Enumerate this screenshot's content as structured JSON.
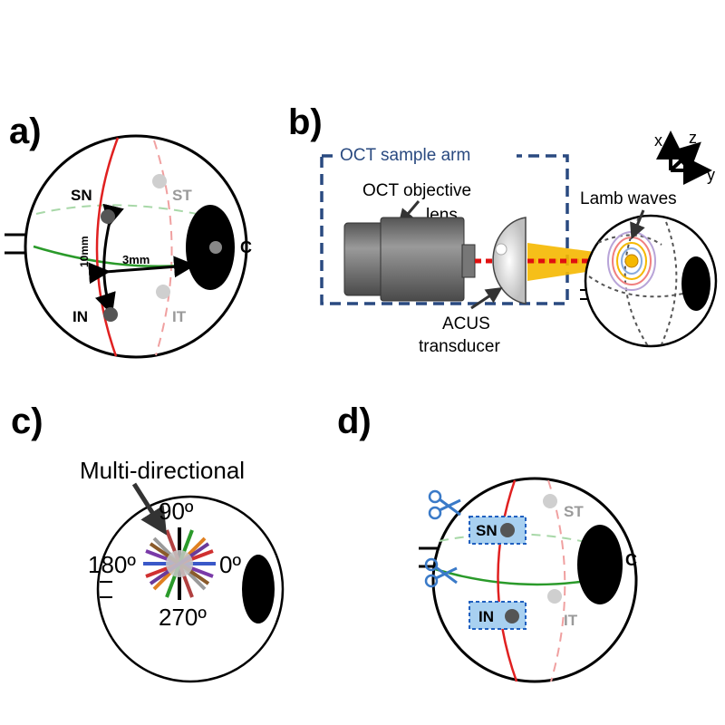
{
  "panels": {
    "a": {
      "label": "a)",
      "points": {
        "sn": "SN",
        "st": "ST",
        "in": "IN",
        "it": "IT",
        "c": "C"
      },
      "dims": {
        "vertical": "10mm",
        "horizontal": "3mm"
      }
    },
    "b": {
      "label": "b)",
      "sample_arm": "OCT sample arm",
      "objective_line1": "OCT objective",
      "objective_line2": "lens",
      "lamb_waves": "Lamb waves",
      "transducer_line1": "ACUS",
      "transducer_line2": "transducer",
      "axes": {
        "x": "x",
        "y": "y",
        "z": "z"
      }
    },
    "c": {
      "label": "c)",
      "title": "Multi-directional",
      "angles": {
        "a90": "90º",
        "a0": "0º",
        "a180": "180º",
        "a270": "270º"
      }
    },
    "d": {
      "label": "d)",
      "points": {
        "sn": "SN",
        "st": "ST",
        "in": "IN",
        "it": "IT",
        "c": "C"
      }
    }
  },
  "colors": {
    "meridian": "#e02020",
    "meridian_dashed": "#f0a0a0",
    "equator": "#2a9a2a",
    "equator_dashed": "#a8d8a8",
    "sample_arm_border": "#2a4a80",
    "sample_arm_text": "#2a4a80",
    "gray_text": "#9a9a9a",
    "patch": "#a8d0f0",
    "patch_border": "#2060c0",
    "beam": "#f5b800",
    "laser": "#e01010"
  }
}
